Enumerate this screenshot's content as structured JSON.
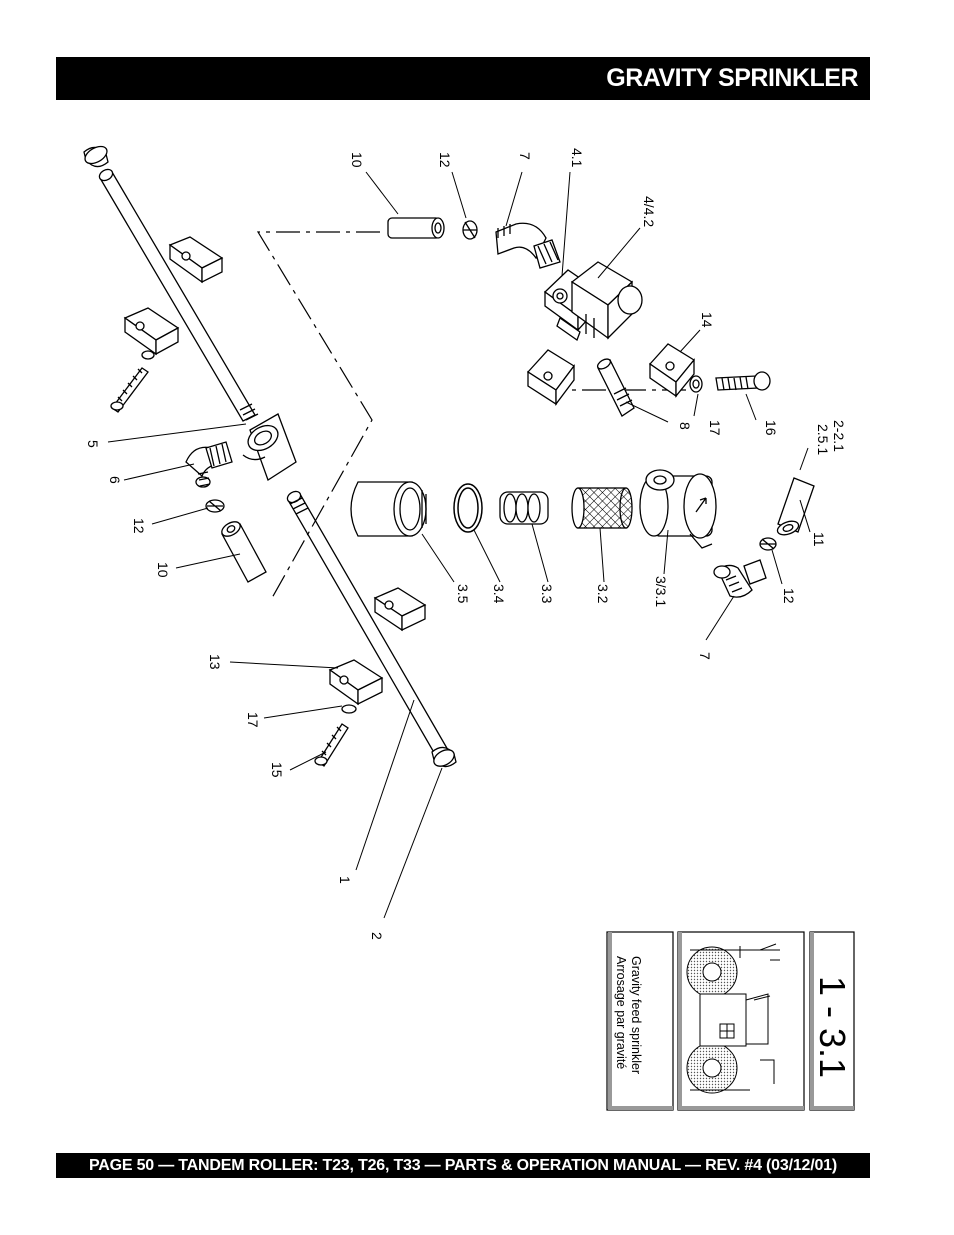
{
  "header": {
    "title": "GRAVITY SPRINKLER"
  },
  "footer": {
    "text": "PAGE 50 — TANDEM ROLLER: T23, T26, T33 — PARTS & OPERATION MANUAL — REV. #4 (03/12/01)"
  },
  "diagram": {
    "callouts": {
      "c10_top": "10",
      "c12_top": "12",
      "c7_top": "7",
      "c41": "4.1",
      "c442": "4/4.2",
      "c14": "14",
      "c17_right": "17",
      "c16": "16",
      "c8": "8",
      "c221": "2-2.1",
      "c251": "2.5.1",
      "c11": "11",
      "c12_right": "12",
      "c7_bottom": "7",
      "c331": "3/3.1",
      "c32": "3.2",
      "c33": "3.3",
      "c34": "3.4",
      "c35": "3.5",
      "c5": "5",
      "c6": "6",
      "c12_left": "12",
      "c10_left": "10",
      "c13": "13",
      "c17_left": "17",
      "c15": "15",
      "c1": "1",
      "c2": "2"
    }
  },
  "reference": {
    "code": "1 - 3.1",
    "caption_en": "Gravity feed sprinkler",
    "caption_fr": "Arrosage par gravité"
  }
}
